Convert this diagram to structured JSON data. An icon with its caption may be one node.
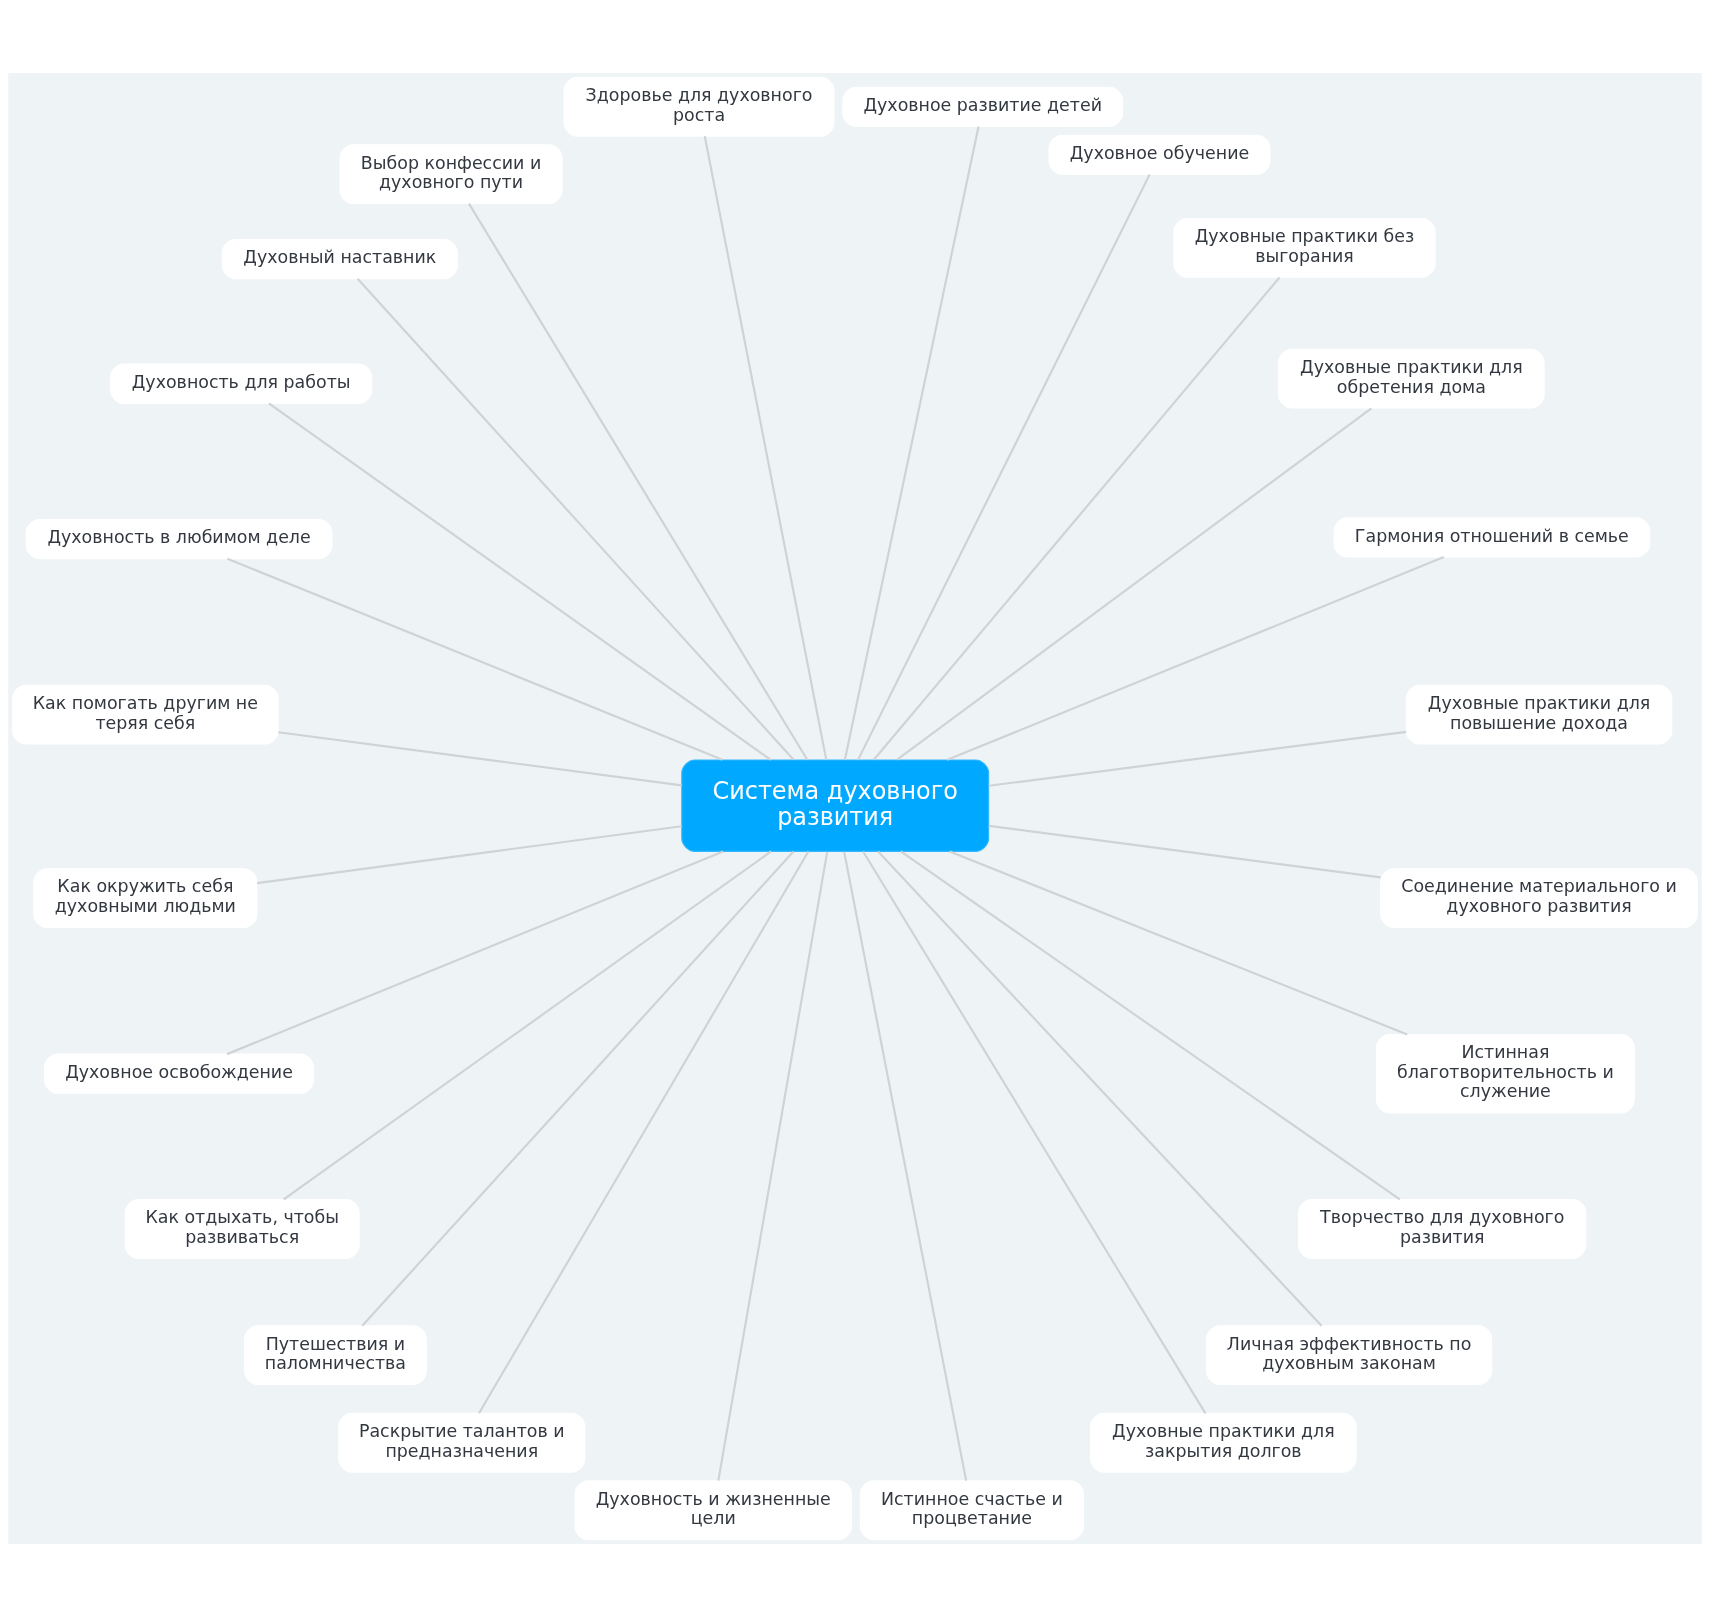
{
  "diagram": {
    "nodes": [
      {
        "text": [
          "Система духовного развития"
        ]
      },
      {
        "text": [
          "Духовные практики для повышение дохода"
        ]
      },
      {
        "text": [
          "Гармония отношений в семье"
        ]
      },
      {
        "text": [
          "Духовные практики для обретения дома"
        ]
      },
      {
        "text": [
          "Духовные практики без выгорания"
        ]
      },
      {
        "text": [
          "Духовное обучение"
        ]
      },
      {
        "text": [
          "Духовное развитие детей"
        ]
      },
      {
        "text": [
          "Здоровье для духовного роста"
        ]
      },
      {
        "text": [
          "Выбор конфессии и духовного пути"
        ]
      },
      {
        "text": [
          "Духовный наставник"
        ]
      },
      {
        "text": [
          "Духовность для работы"
        ]
      },
      {
        "text": [
          "Духовность в любимом деле"
        ]
      },
      {
        "text": [
          "Как помогать другим не теряя себя"
        ]
      },
      {
        "text": [
          "Как окружить себя духовными людьми"
        ]
      },
      {
        "text": [
          "Духовное освобождение"
        ]
      },
      {
        "text": [
          "Как отдыхать, чтобы развиваться"
        ]
      },
      {
        "text": [
          "Путешествия и паломничества"
        ]
      },
      {
        "text": [
          "Раскрытие талантов и предназначения"
        ]
      },
      {
        "text": [
          "Духовность и жизненные цели"
        ]
      },
      {
        "text": [
          "Истинное счастье и процветание"
        ]
      },
      {
        "text": [
          "Духовные практики для закрытия долгов"
        ]
      },
      {
        "text": [
          "Личная эффективность по духовным законам"
        ]
      },
      {
        "text": [
          "Творчество для духовного развития"
        ]
      },
      {
        "text": [
          "Истинная благотворительность и служение"
        ]
      },
      {
        "text": [
          "Соединение материального и духовного развития"
        ]
      }
    ],
    "edges": [
      {
        "from": 0,
        "to": 1,
        "arrow": "none"
      },
      {
        "from": 0,
        "to": 2,
        "arrow": "none"
      },
      {
        "from": 0,
        "to": 3,
        "arrow": "none"
      },
      {
        "from": 0,
        "to": 4,
        "arrow": "none"
      },
      {
        "from": 0,
        "to": 5,
        "arrow": "none"
      },
      {
        "from": 0,
        "to": 6,
        "arrow": "none"
      },
      {
        "from": 0,
        "to": 7,
        "arrow": "none"
      },
      {
        "from": 0,
        "to": 8,
        "arrow": "none"
      },
      {
        "from": 0,
        "to": 9,
        "arrow": "none"
      },
      {
        "from": 0,
        "to": 10,
        "arrow": "none"
      },
      {
        "from": 0,
        "to": 11,
        "arrow": "none"
      },
      {
        "from": 0,
        "to": 12,
        "arrow": "none"
      },
      {
        "from": 0,
        "to": 13,
        "arrow": "none"
      },
      {
        "from": 0,
        "to": 14,
        "arrow": "none"
      },
      {
        "from": 0,
        "to": 15,
        "arrow": "none"
      },
      {
        "from": 0,
        "to": 16,
        "arrow": "none"
      },
      {
        "from": 0,
        "to": 17,
        "arrow": "none"
      },
      {
        "from": 0,
        "to": 18,
        "arrow": "none"
      },
      {
        "from": 0,
        "to": 19,
        "arrow": "none"
      },
      {
        "from": 0,
        "to": 20,
        "arrow": "none"
      },
      {
        "from": 0,
        "to": 21,
        "arrow": "none"
      },
      {
        "from": 0,
        "to": 22,
        "arrow": "none"
      },
      {
        "from": 0,
        "to": 23,
        "arrow": "none"
      },
      {
        "from": 0,
        "to": 24,
        "arrow": "none"
      }
    ]
  }
}
